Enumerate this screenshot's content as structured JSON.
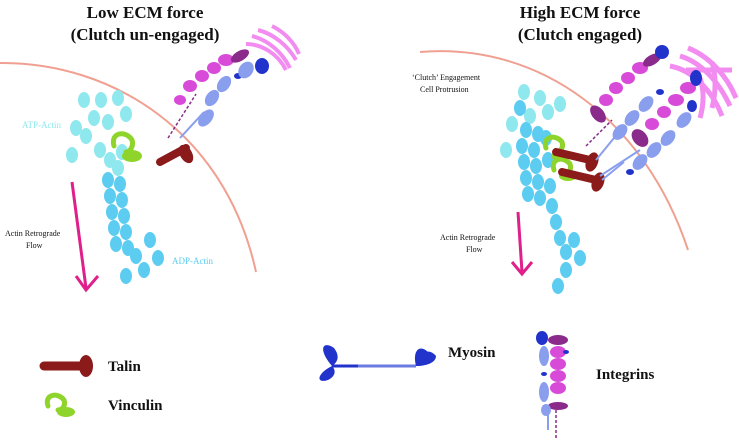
{
  "panels": {
    "left": {
      "title_line1": "Low ECM force",
      "title_line2": "(Clutch un-engaged)",
      "atp_label": "ATP-Actin",
      "adp_label": "ADP-Actin",
      "flow_line1": "Actin Retrograde",
      "flow_line2": "Flow"
    },
    "right": {
      "title_line1": "High ECM force",
      "title_line2": "(Clutch engaged)",
      "clutch_line1": "‘Clutch’ Engagement",
      "clutch_line2": "Cell Protrusion",
      "flow_line1": "Actin Retrograde",
      "flow_line2": "Flow"
    }
  },
  "legend": {
    "talin": "Talin",
    "vinculin": "Vinculin",
    "myosin": "Myosin",
    "integrins": "Integrins"
  },
  "colors": {
    "membrane": "#f0a090",
    "atp_actin": "#8ee8ee",
    "adp_actin": "#5ccdf0",
    "flow_arrow": "#e0208a",
    "talin": "#8b1a1a",
    "vinculin": "#8fd42a",
    "myosin": "#2233cc",
    "integrin_alpha": "#d84ad8",
    "integrin_beta": "#8a9eee",
    "integrin_dark": "#8a2a8a",
    "ecm": "#f28cf0"
  }
}
